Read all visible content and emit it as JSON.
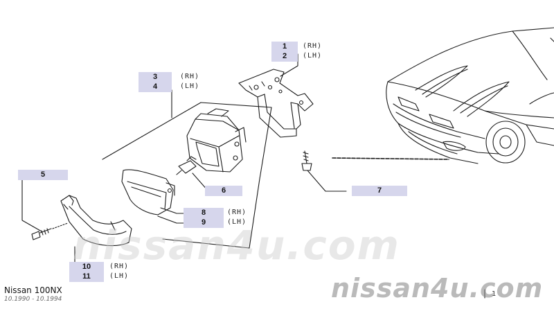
{
  "footer": {
    "model": "Nissan 100NX",
    "date_range": "10.1990 - 10.1994",
    "watermark_center": "nissan4u.com",
    "watermark_bottom": "nissan4u.com",
    "corner_mark": "1"
  },
  "callouts": [
    {
      "id": "1",
      "suffix": "(RH)"
    },
    {
      "id": "2",
      "suffix": "(LH)"
    },
    {
      "id": "3",
      "suffix": "(RH)"
    },
    {
      "id": "4",
      "suffix": "(LH)"
    },
    {
      "id": "5",
      "suffix": ""
    },
    {
      "id": "6",
      "suffix": ""
    },
    {
      "id": "7",
      "suffix": ""
    },
    {
      "id": "8",
      "suffix": "(RH)"
    },
    {
      "id": "9",
      "suffix": "(LH)"
    },
    {
      "id": "10",
      "suffix": "(RH)"
    },
    {
      "id": "11",
      "suffix": "(LH)"
    }
  ],
  "colors": {
    "label_background": "#d6d6ec",
    "line_art": "#1a1a1a"
  }
}
